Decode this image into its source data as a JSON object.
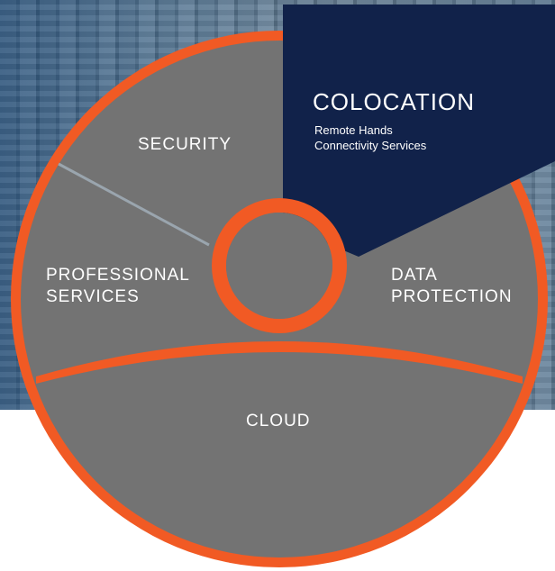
{
  "colors": {
    "accent_orange": "#f15a24",
    "segment_gray": "#737373",
    "highlight_navy": "#11224a"
  },
  "segments": {
    "colocation": {
      "title": "COLOCATION",
      "services": [
        "Remote Hands",
        "Connectivity Services"
      ]
    },
    "security": {
      "title": "SECURITY"
    },
    "professional_services": {
      "lines": [
        "PROFESSIONAL",
        "SERVICES"
      ]
    },
    "data_protection": {
      "lines": [
        "DATA",
        "PROTECTION"
      ]
    },
    "cloud": {
      "title": "CLOUD"
    }
  }
}
